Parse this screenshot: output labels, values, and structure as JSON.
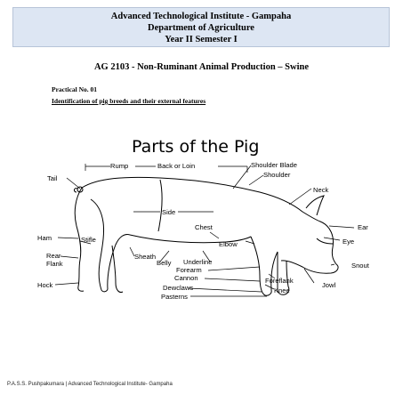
{
  "header": {
    "line1": "Advanced Technological Institute - Gampaha",
    "line2": "Department of Agriculture",
    "line3": "Year II Semester I"
  },
  "course": {
    "title": "AG 2103 - Non-Ruminant Animal Production – Swine"
  },
  "practical": {
    "number": "Practical No. 01",
    "subject": "Identification of pig breeds and their external features"
  },
  "figure": {
    "title": "Parts of the Pig",
    "labels": {
      "rump": "Rump",
      "back_or_loin": "Back or Loin",
      "shoulder_blade": "Shoulder Blade",
      "shoulder": "Shoulder",
      "tail": "Tail",
      "neck": "Neck",
      "side": "Side",
      "ear": "Ear",
      "chest": "Chest",
      "ham": "Ham",
      "stifle": "Stifle",
      "elbow": "Elbow",
      "eye": "Eye",
      "rear_flank": "Rear\nFlank",
      "sheath": "Sheath",
      "belly": "Belly",
      "underline": "Underline",
      "snout": "Snout",
      "forearm": "Forearm",
      "foreflank": "Foreflank",
      "hock": "Hock",
      "cannon": "Cannon",
      "jowl": "Jowl",
      "knee": "Knee",
      "dewclaws": "Dewclaws",
      "pasterns": "Pasterns"
    }
  },
  "footer": {
    "text": "P.A.S.S. Pushpakumara | Advanced Technological Institute- Gampaha"
  },
  "colors": {
    "header_background": "#dde6f3",
    "header_border": "#b7c4d8"
  }
}
